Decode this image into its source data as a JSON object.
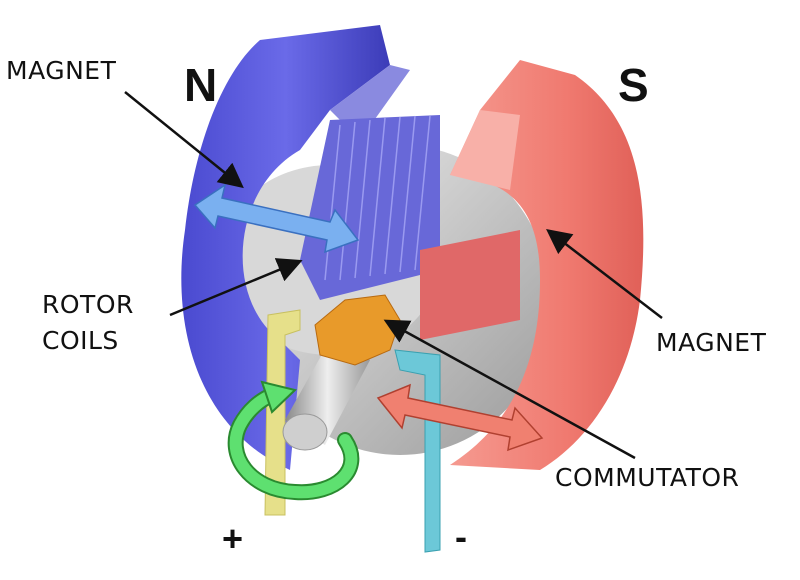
{
  "labels": {
    "magnet_left": "MAGNET",
    "north": "N",
    "south": "S",
    "rotor_coils_line1": "ROTOR",
    "rotor_coils_line2": "COILS",
    "magnet_right": "MAGNET",
    "commutator": "COMMUTATOR",
    "plus": "+",
    "minus": "-"
  },
  "colors": {
    "north_magnet": "#5a5ad8",
    "south_magnet": "#f07a70",
    "commutator": "#e89a2a",
    "positive_brush": "#e6e08a",
    "negative_brush": "#6cc8d8",
    "rotation_arrow": "#5ee070",
    "blue_arrow": "#7ab0f0",
    "red_arrow": "#f08070"
  }
}
